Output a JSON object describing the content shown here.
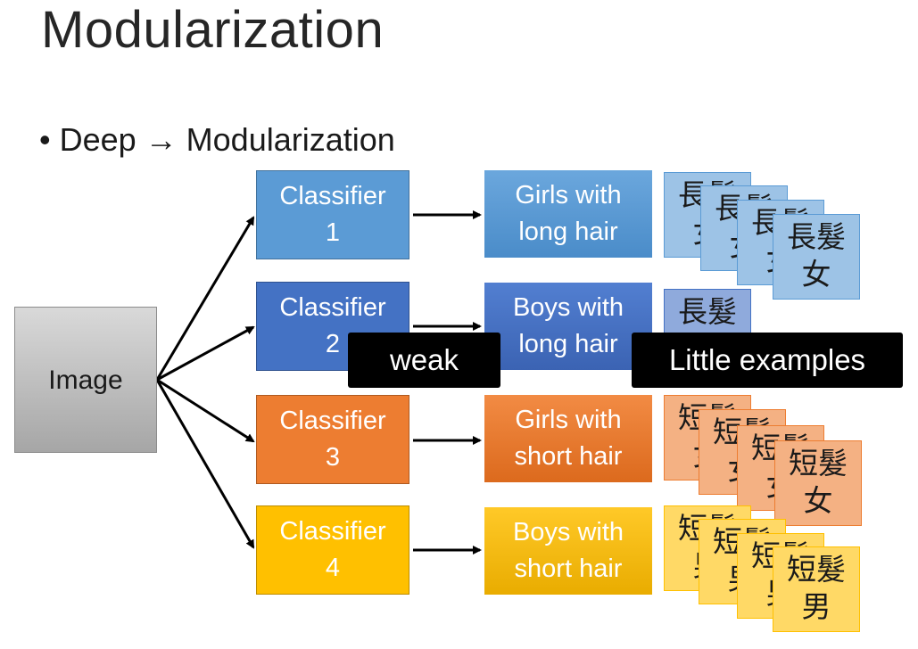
{
  "title": "Modularization",
  "bullet": {
    "mark": "•",
    "text": "Deep → Modularization"
  },
  "image_box": {
    "label": "Image"
  },
  "classifiers": [
    {
      "label": "Classifier\n1",
      "color": "#5b9bd5"
    },
    {
      "label": "Classifier\n2",
      "color": "#4472c4"
    },
    {
      "label": "Classifier\n3",
      "color": "#ed7d31"
    },
    {
      "label": "Classifier\n4",
      "color": "#ffc000"
    }
  ],
  "categories": [
    {
      "label": "Girls with\nlong hair",
      "color": "#5b9bd5"
    },
    {
      "label": "Boys with\nlong hair",
      "color": "#4472c4"
    },
    {
      "label": "Girls with\nshort hair",
      "color": "#ed7d31"
    },
    {
      "label": "Boys with\nshort hair",
      "color": "#ffc000"
    }
  ],
  "cards": {
    "long_hair_girl": "長髮\n女",
    "long_hair_boy": "長髮\n男",
    "short_hair_girl": "短髮\n女",
    "short_hair_boy": "短髮\n男"
  },
  "labels": {
    "weak": "weak",
    "little_examples": "Little examples"
  }
}
